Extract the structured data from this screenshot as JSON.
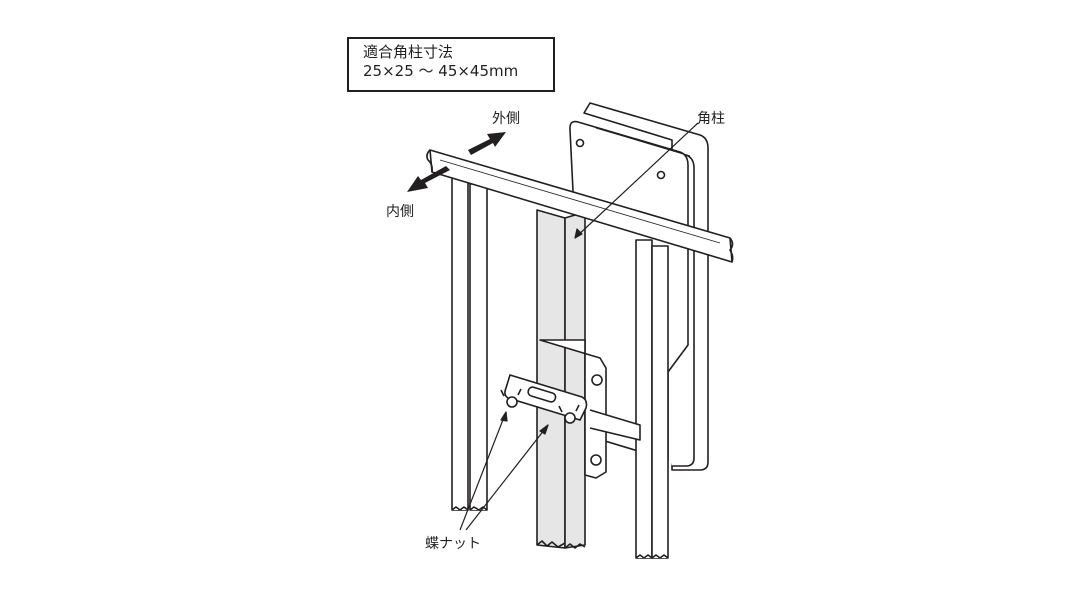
{
  "spec": {
    "title": "適合角柱寸法",
    "range": "25×25 ～ 45×45mm"
  },
  "labels": {
    "outside": "外側",
    "inside": "内側",
    "post": "角柱",
    "wing_nut": "蝶ナット"
  },
  "colors": {
    "line": "#231f20",
    "post_fill": "#e6e6e6"
  }
}
